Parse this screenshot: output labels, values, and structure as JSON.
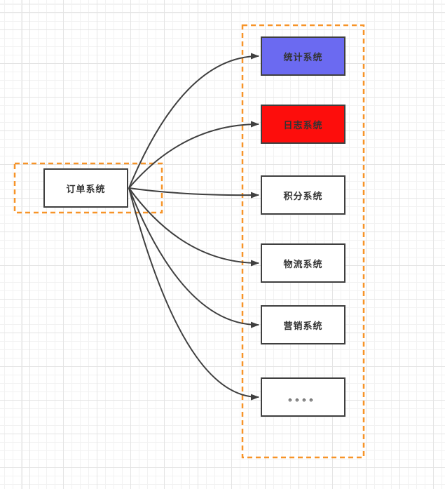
{
  "diagram": {
    "title": "order-system-fanout-diagram",
    "source_group": {
      "node": {
        "id": "order",
        "label": "订单系统",
        "fill": "#FFFFFF"
      }
    },
    "target_group": {
      "nodes": [
        {
          "id": "stats",
          "label": "统计系统",
          "fill": "#6B6AF1"
        },
        {
          "id": "log",
          "label": "日志系统",
          "fill": "#FD0D0C"
        },
        {
          "id": "points",
          "label": "积分系统",
          "fill": "#FFFFFF"
        },
        {
          "id": "logistics",
          "label": "物流系统",
          "fill": "#FFFFFF"
        },
        {
          "id": "marketing",
          "label": "营销系统",
          "fill": "#FFFFFF"
        },
        {
          "id": "more",
          "label": "。。。。",
          "fill": "#FFFFFF"
        }
      ]
    },
    "connections": [
      {
        "from": "订单系统",
        "to": "统计系统"
      },
      {
        "from": "订单系统",
        "to": "日志系统"
      },
      {
        "from": "订单系统",
        "to": "积分系统"
      },
      {
        "from": "订单系统",
        "to": "物流系统"
      },
      {
        "from": "订单系统",
        "to": "营销系统"
      },
      {
        "from": "订单系统",
        "to": "。。。。"
      }
    ],
    "colors": {
      "container_dash": "#F79428",
      "node_border": "#3F3F3F",
      "connector": "#3F3F3F",
      "label_text": "#333333",
      "grid_minor": "#F2F2F2",
      "grid_major": "#E4E4E4",
      "canvas_bg": "#FFFFFF"
    }
  }
}
